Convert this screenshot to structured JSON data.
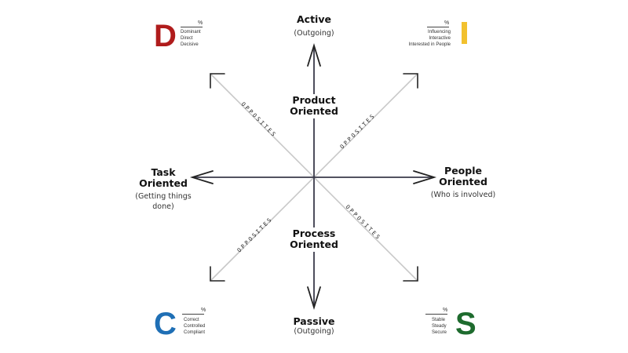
{
  "colors": {
    "axis": "#3a3a4a",
    "diagonal": "#c8c8c8",
    "arrowhead": "#222222",
    "D": "#b01c1c",
    "I": "#f2c12e",
    "C": "#1f6fb5",
    "S": "#1e6b2e"
  },
  "axes": {
    "top": {
      "title": "Active",
      "subtitle": "(Outgoing)"
    },
    "bottom": {
      "title": "Passive",
      "subtitle": "(Outgoing)"
    },
    "left": {
      "title_line1": "Task",
      "title_line2": "Oriented",
      "subtitle_line1": "(Getting things",
      "subtitle_line2": "done)"
    },
    "right": {
      "title_line1": "People",
      "title_line2": "Oriented",
      "subtitle": "(Who is involved)"
    }
  },
  "center_labels": {
    "upper": {
      "line1": "Product",
      "line2": "Oriented"
    },
    "lower": {
      "line1": "Process",
      "line2": "Oriented"
    }
  },
  "diagonal_label": "OPPOSITES",
  "quadrants": {
    "D": {
      "letter": "D",
      "pct": "%",
      "traits": [
        "Dominant",
        "Direct",
        "Decisive"
      ]
    },
    "I": {
      "letter": "I",
      "pct": "%",
      "traits": [
        "Influencing",
        "Interactive",
        "Interested in People"
      ]
    },
    "C": {
      "letter": "C",
      "pct": "%",
      "traits": [
        "Correct",
        "Controlled",
        "Compliant"
      ]
    },
    "S": {
      "letter": "S",
      "pct": "%",
      "traits": [
        "Stable",
        "Steady",
        "Secure"
      ]
    }
  }
}
